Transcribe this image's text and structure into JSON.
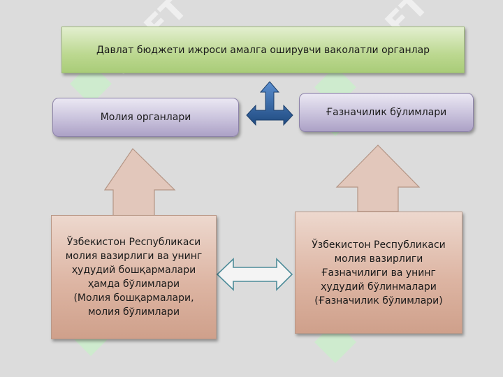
{
  "diagram": {
    "top_box": "Давлат бюджети ижроси амалга оширувчи ваколатли органлар",
    "left_purple": "Молия органлари",
    "right_purple": "Ғазначилик бўлимлари",
    "left_salmon": "Ўзбекистон Республикаси\nмолия вазирлиги ва унинг\nҳудудий бошқармалари\nҳамда бўлимлари\n(Молия бошқармалари,\nмолия бўлимлари",
    "right_salmon": "Ўзбекистон Республикаси\nмолия вазирлиги\nҒазначилиги  ва  унинг\nҳудудий бўлинмалари\n(Ғазначилик бўлимлари)"
  },
  "watermark": "SOFT",
  "colors": {
    "background": "#dcdcdc",
    "green_box": "#bcd890",
    "purple_box": "#c9c2dc",
    "salmon_box": "#ddb5a3",
    "blue_arrow": "#2e5f98",
    "teal_arrow": "#4d8c99"
  }
}
